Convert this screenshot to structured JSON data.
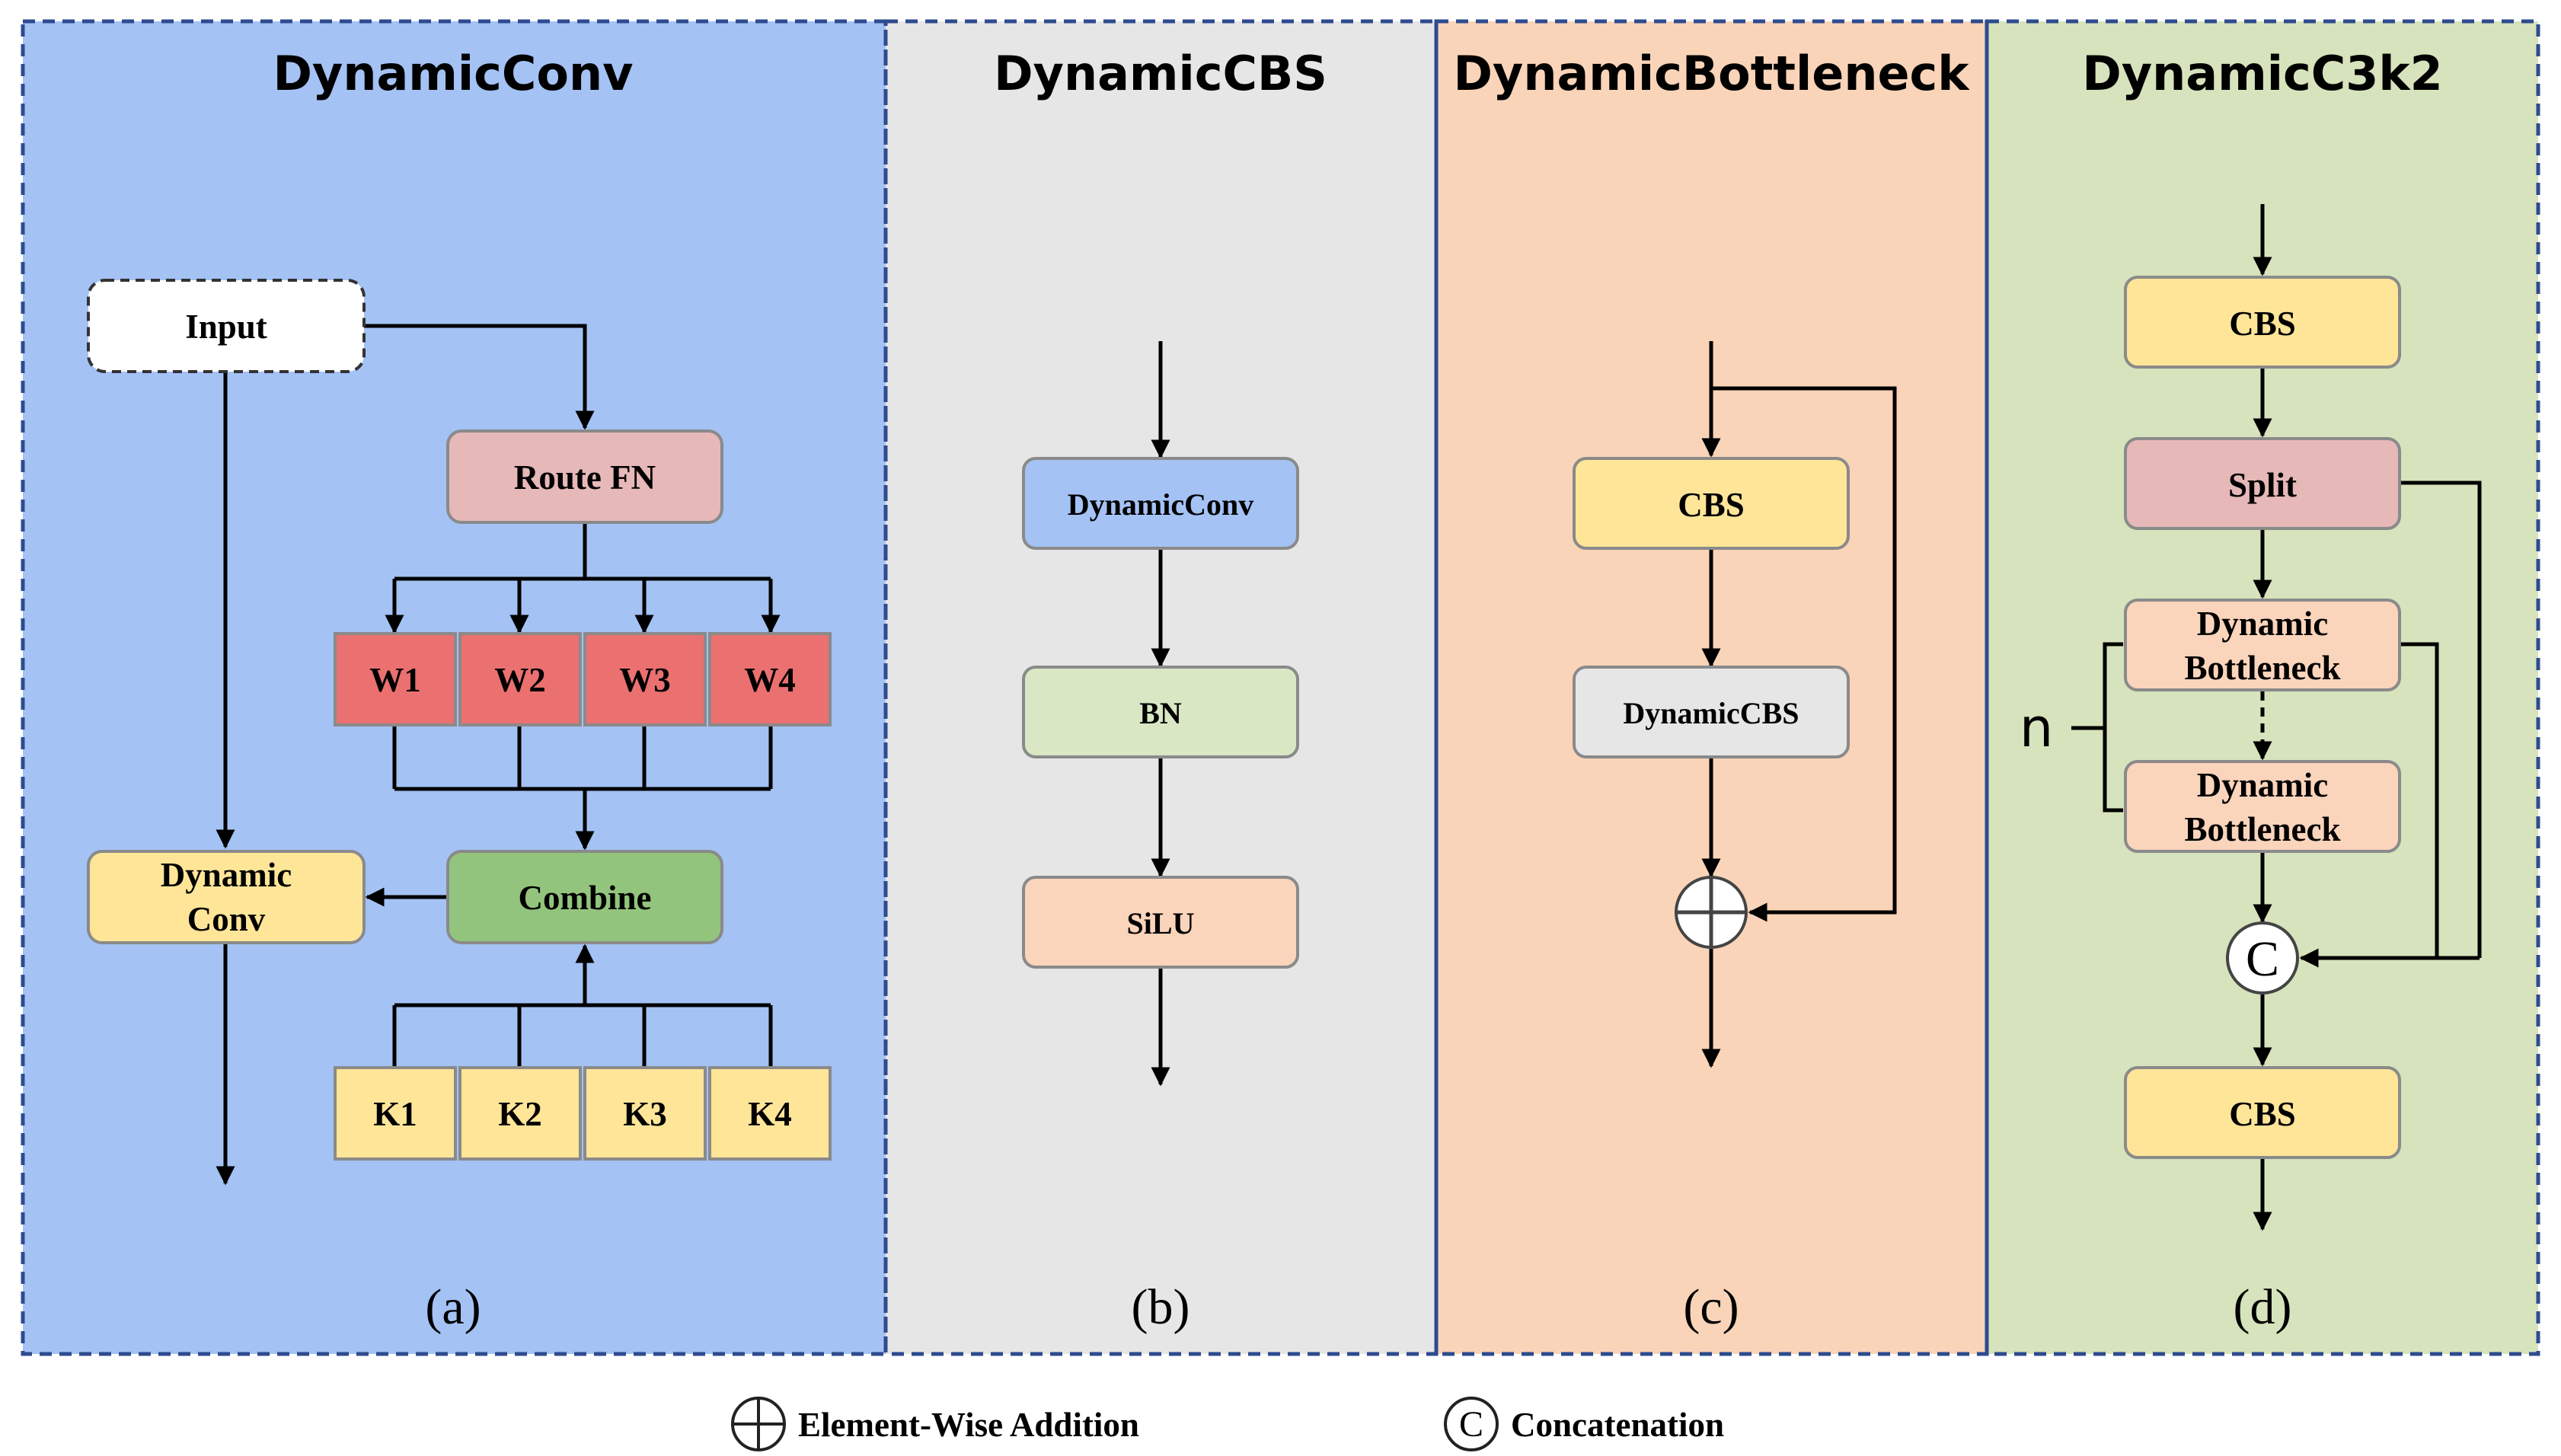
{
  "colors": {
    "panel_a": "#a4c2f4",
    "panel_b": "#e6e6e6",
    "panel_c": "#f9d4b8",
    "panel_d": "#d6e3bc",
    "yellow_node": "#ffe598",
    "red_node": "#eb7070",
    "pink_node": "#e6b8b8",
    "green_node": "#93c47d",
    "blue_node": "#a4c2f4",
    "lightgreen_node": "#d9e7c4",
    "peach_node": "#fad4bb",
    "gray_node": "#e6e6e6",
    "white_node": "#ffffff"
  },
  "panels": {
    "a": {
      "title": "DynamicConv",
      "caption": "(a)",
      "input": "Input",
      "route_fn": "Route FN",
      "weights": [
        "W1",
        "W2",
        "W3",
        "W4"
      ],
      "combine": "Combine",
      "kernels": [
        "K1",
        "K2",
        "K3",
        "K4"
      ],
      "dynamic_conv_line1": "Dynamic",
      "dynamic_conv_line2": "Conv"
    },
    "b": {
      "title": "DynamicCBS",
      "caption": "(b)",
      "nodes": [
        "DynamicConv",
        "BN",
        "SiLU"
      ]
    },
    "c": {
      "title": "DynamicBottleneck",
      "caption": "(c)",
      "cbs": "CBS",
      "dynamic_cbs": "DynamicCBS"
    },
    "d": {
      "title": "DynamicC3k2",
      "caption": "(d)",
      "cbs_top": "CBS",
      "split": "Split",
      "bottleneck1_line1": "Dynamic",
      "bottleneck1_line2": "Bottleneck",
      "bottleneck2_line1": "Dynamic",
      "bottleneck2_line2": "Bottleneck",
      "concat_symbol": "C",
      "cbs_bottom": "CBS",
      "n_label": "n"
    }
  },
  "legend": {
    "addition_label": "Element-Wise Addition",
    "concat_symbol": "C",
    "concat_label": "Concatenation"
  }
}
